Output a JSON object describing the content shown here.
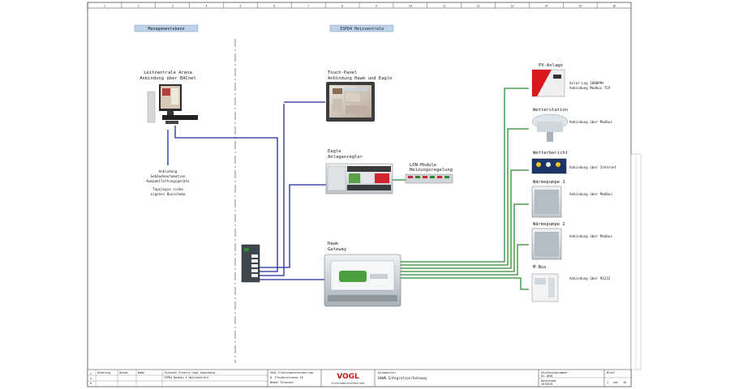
{
  "columns": [
    "1",
    "2",
    "3",
    "4",
    "5",
    "6",
    "7",
    "8",
    "9",
    "10",
    "11",
    "12",
    "13",
    "14",
    "15",
    "16"
  ],
  "sections": {
    "left": "Managementebene",
    "right": "ISPD4 Heizzentrale"
  },
  "left_nodes": {
    "bms_title": "Leitzentrale Arena",
    "bms_sub": "Anbindung über BACnet",
    "building_l1": "Anbindung",
    "building_l2": "Gebäudeautomation",
    "building_l3": "Kompaktlüftungsgeräte",
    "topology_l1": "Topologie siehe",
    "topology_l2": "eigenes Busschema"
  },
  "center_nodes": {
    "touch_title": "Touch-Panel",
    "touch_sub": "Anbindung Hawk und Eagle",
    "eagle_title": "Eagle",
    "eagle_sub": "Anlagenregler",
    "lon_title": "LON-Module",
    "lon_sub": "Heizungsregelung",
    "hawk_title": "Hawk",
    "hawk_sub": "Gateway"
  },
  "right_nodes": {
    "pv_title": "PV-Anlage",
    "pv_l1": "Solar-Log 1000PM+",
    "pv_l2": "Anbindung Modbus TCP",
    "ws_title": "Wetterstation",
    "ws_main": "Anbindung über Modbus",
    "wb_title": "Wetterbericht",
    "wb_main": "Anbindung über Internet",
    "hp1_title": "Wärmepumpe 1",
    "hp1_main": "Anbindung über Modbus",
    "hp2_title": "Wärmepumpe 2",
    "hp2_main": "Anbindung über Modbus",
    "mbus_title": "M-Bus",
    "mbus_main": "Anbindung über RS232"
  },
  "title_block": {
    "company1": "VOGL Elektromeisterbetrieb",
    "company2": "H. Pfeiderstrasse 16",
    "company3": "Baden Teisnach",
    "logo": "VOGL",
    "logo_sub": "Elektromeisterbetrieb",
    "plant_label": "Anlagenteil",
    "plant_title": "HAWK Integration/Gateway",
    "project_text": "Teisnach Elektro Vogl Anbindung",
    "project_text2": "ISPD4 Neubau 4 Heizzentrale",
    "drawing_label": "Zeichnungsnummer",
    "drawing_no": "01-1050",
    "file_label": "Dateiname",
    "file_no": "2013010",
    "sheet_label": "Blatt",
    "sheet_no": "1",
    "sheet_of": "von",
    "sheet_total": "16",
    "row1": "Änderung",
    "row2": "Datum",
    "row3": "Name",
    "rev_a": "a",
    "rev_b": "b",
    "rev_c": "c"
  }
}
